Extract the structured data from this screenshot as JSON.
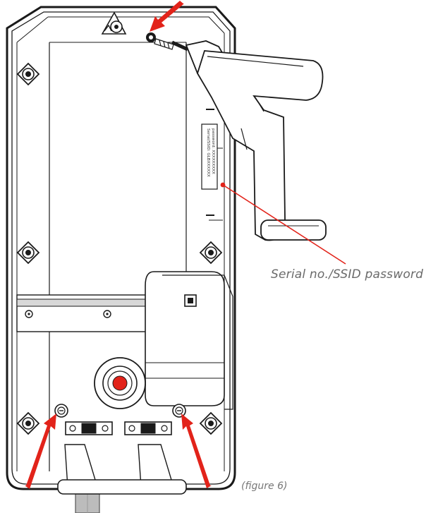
{
  "diagram": {
    "callout_label": "Serial no./SSID password",
    "figure_caption": "(figure 6)",
    "sticker": {
      "line1": "Serial/SSID: GLBXXXXXX",
      "line2": "password: XXXXXXXXX"
    },
    "colors": {
      "arrow": "#e2231a",
      "leader_line": "#e2231a",
      "outline": "#1a1a1a",
      "connector_center": "#e2231a",
      "cable": "#b8b8b8"
    },
    "icons": {
      "screw": "screw-icon",
      "screwdriver": "screwdriver-icon",
      "arrow": "red-arrow-icon"
    }
  }
}
